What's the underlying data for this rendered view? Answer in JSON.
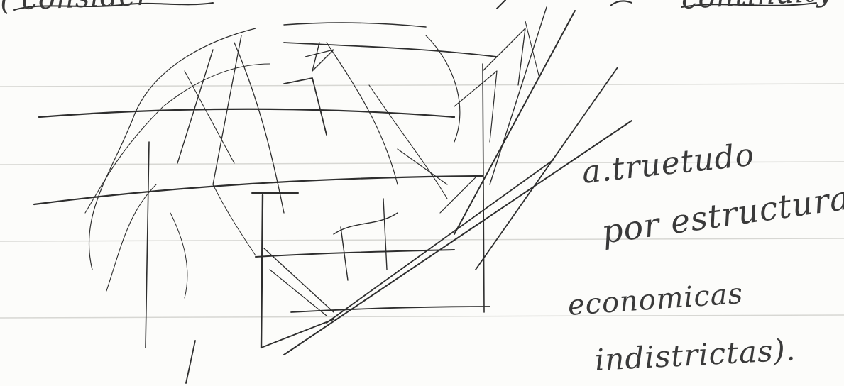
{
  "notes": {
    "line_1": "a.truetudo",
    "line_2": "por estructura",
    "line_3": "economicas",
    "line_4": "indistrictas)."
  },
  "top_fragments": {
    "left": "( consider",
    "right": "continuity"
  }
}
